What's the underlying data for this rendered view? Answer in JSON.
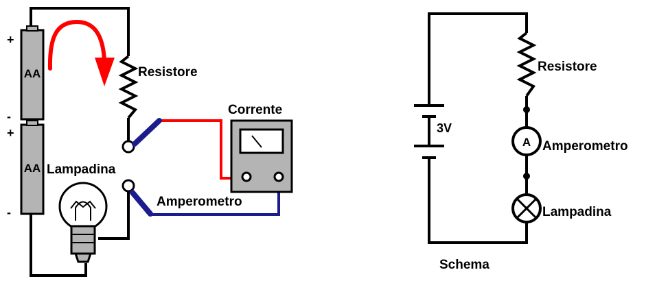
{
  "pictorial": {
    "battery_top_label": "AA",
    "battery_bottom_label": "AA",
    "sign_plus_top": "+",
    "sign_minus_top": "-",
    "sign_plus_bottom": "+",
    "sign_minus_bottom": "-",
    "resistor_label": "Resistore",
    "current_label": "Corrente",
    "lamp_label": "Lampadina",
    "ammeter_label": "Amperometro"
  },
  "schematic": {
    "voltage_label": "3V",
    "resistor_label": "Resistore",
    "ammeter_symbol": "A",
    "ammeter_label": "Amperometro",
    "lamp_label": "Lampadina",
    "caption": "Schema"
  },
  "colors": {
    "wire": "#000000",
    "battery": "#b4b4b4",
    "arrow": "#ff0000",
    "red_wire": "#ff0000",
    "blue_wire": "#1c1c8c",
    "meter_body": "#b4b4b4",
    "meter_face": "#ffffff"
  }
}
